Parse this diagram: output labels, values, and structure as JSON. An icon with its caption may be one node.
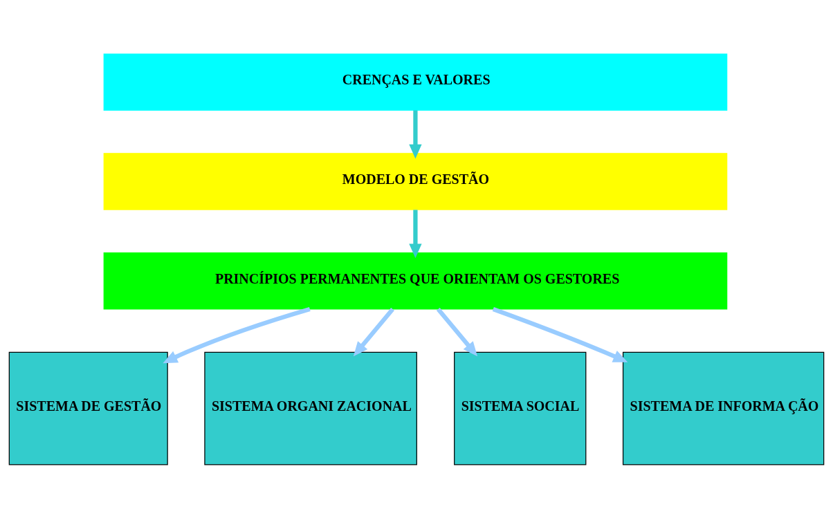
{
  "diagram": {
    "nodes": [
      {
        "text": [
          "CRENÇAS E VALORES"
        ]
      },
      {
        "text": [
          "MODELO DE GESTÃO"
        ]
      },
      {
        "text": [
          "PRINCÍPIOS PERMANENTES QUE ORIENTAM OS GESTORES"
        ]
      },
      {
        "text": [
          "SISTEMA DE GESTÃO"
        ]
      },
      {
        "text": [
          "SISTEMA ORGANI ZACIONAL"
        ]
      },
      {
        "text": [
          "SISTEMA SOCIAL"
        ]
      },
      {
        "text": [
          "SISTEMA DE INFORMA ÇÃO"
        ]
      }
    ],
    "edges": [
      {
        "from": 0,
        "to": 1,
        "arrow": "to",
        "color": "#33cccc"
      },
      {
        "from": 1,
        "to": 2,
        "arrow": "to",
        "color": "#33cccc"
      },
      {
        "from": 2,
        "to": 3,
        "arrow": "to"
      },
      {
        "from": 2,
        "to": 4,
        "arrow": "to"
      },
      {
        "from": 2,
        "to": 5,
        "arrow": "to"
      },
      {
        "from": 2,
        "to": 6,
        "arrow": "to"
      }
    ]
  }
}
